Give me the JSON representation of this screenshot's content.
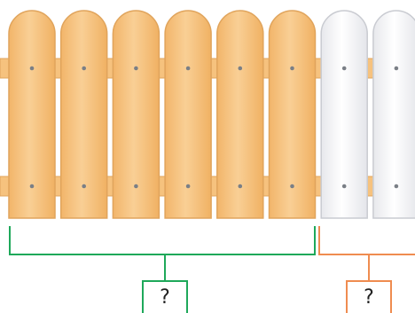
{
  "fence": {
    "picket_count": 8,
    "counted_pickets": 6,
    "remaining_pickets": 2,
    "colors": {
      "wood_fill": "#f6c27e",
      "wood_highlight": "#fad8a6",
      "wood_edge": "#e0a45c",
      "white_fill": "#f4f4f6",
      "white_edge": "#c9cbd1",
      "nail": "#7a7f86"
    }
  },
  "brackets": {
    "left": {
      "color": "#1ea85a",
      "label": "?"
    },
    "right": {
      "color": "#ef8c50",
      "label": "?"
    }
  }
}
